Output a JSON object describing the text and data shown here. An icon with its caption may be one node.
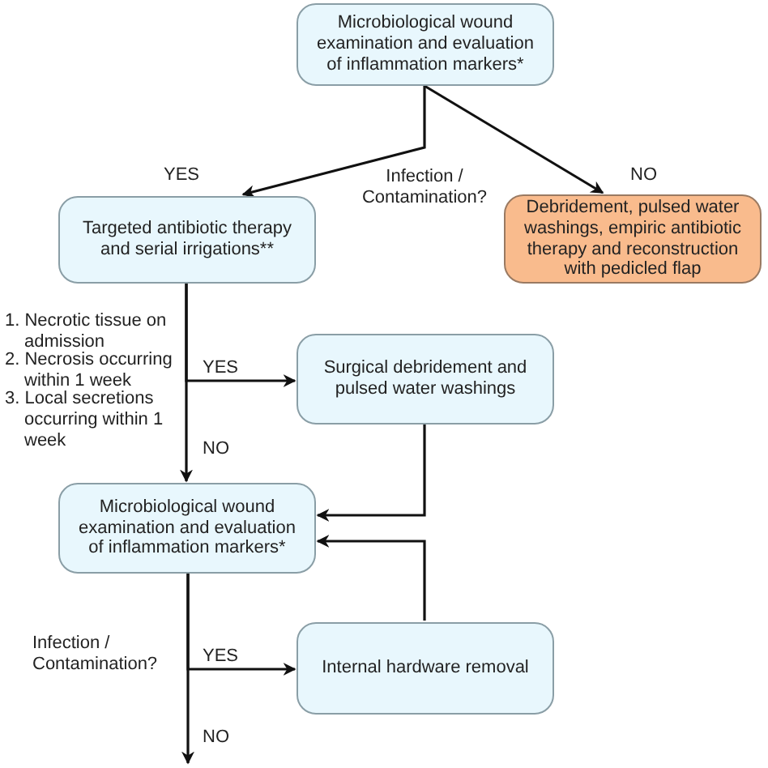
{
  "diagram": {
    "nodes": [
      {
        "text": [
          "Microbiological wound examination and evaluation of inflammation markers*"
        ]
      },
      {
        "text": [
          "Targeted antibiotic therapy and serial irrigations**"
        ]
      },
      {
        "text": [
          "Debridement, pulsed water washings, empiric antibiotic therapy and reconstruction with pedicled flap"
        ]
      },
      {
        "text": [
          "Surgical debridement and pulsed water washings"
        ]
      },
      {
        "text": [
          "Microbiological wound examination and evaluation of inflammation markers*"
        ]
      },
      {
        "text": [
          "Internal hardware removal"
        ]
      }
    ],
    "edges": [
      {
        "from": 0,
        "to": 1,
        "arrow": "to",
        "label": "YES"
      },
      {
        "from": 0,
        "to": 2,
        "arrow": "to",
        "label": "NO"
      },
      {
        "from": 1,
        "to": 3,
        "arrow": "to",
        "label": "YES"
      },
      {
        "from": 1,
        "to": 4,
        "arrow": "to",
        "label": "NO"
      },
      {
        "from": 3,
        "to": 4,
        "arrow": "to"
      },
      {
        "from": 5,
        "to": 4,
        "arrow": "to"
      },
      {
        "from": 4,
        "to": 5,
        "arrow": "to",
        "label": "YES"
      },
      {
        "from": 4,
        "to": null,
        "arrow": "to",
        "label": "NO"
      }
    ],
    "labels": [
      "Infection / Contamination?",
      "1. Necrotic tissue on admission",
      "2. Necrosis occurring within 1 week",
      "3. Local secretions occurring within 1 week",
      "Infection / Contamination?"
    ]
  }
}
